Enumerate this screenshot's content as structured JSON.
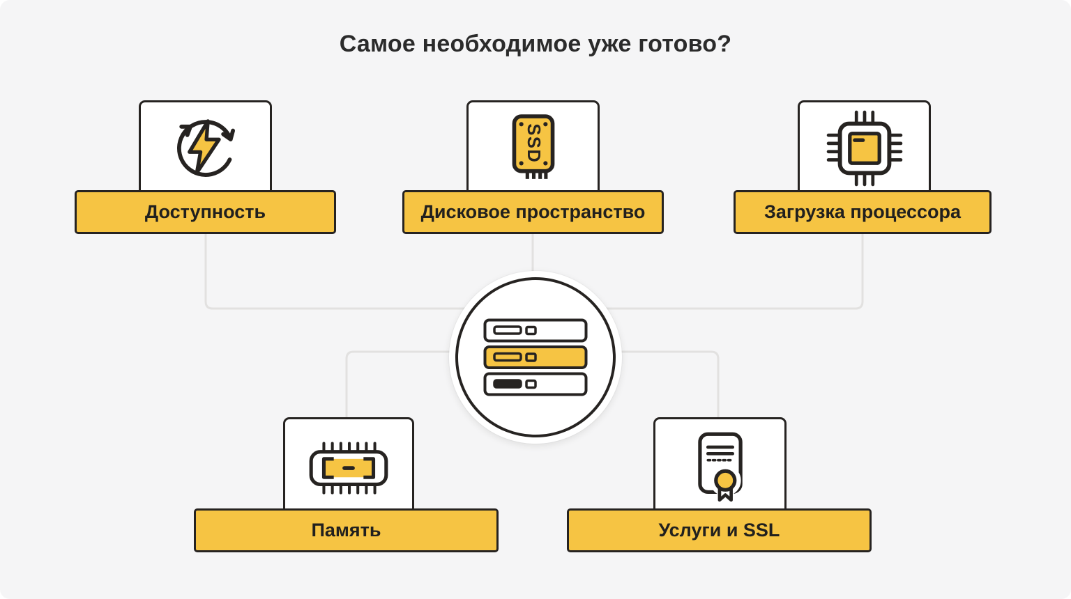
{
  "title": "Самое необходимое уже готово?",
  "colors": {
    "accent_yellow": "#F6C443",
    "outline_dark": "#262321",
    "background": "#F5F5F6",
    "connector_gray": "#E2E1E0",
    "card_white": "#FFFFFF"
  },
  "center": {
    "icon": "server-stack-icon"
  },
  "nodes": [
    {
      "id": "availability",
      "label": "Доступность",
      "icon": "sync-lightning-icon",
      "position": "top-left"
    },
    {
      "id": "disk-space",
      "label": "Дисковое пространство",
      "icon": "ssd-icon",
      "position": "top-center"
    },
    {
      "id": "cpu-load",
      "label": "Загрузка процессора",
      "icon": "cpu-chip-icon",
      "position": "top-right"
    },
    {
      "id": "memory",
      "label": "Память",
      "icon": "ram-icon",
      "position": "bottom-left"
    },
    {
      "id": "services-ssl",
      "label": "Услуги и SSL",
      "icon": "certificate-icon",
      "position": "bottom-right"
    }
  ]
}
